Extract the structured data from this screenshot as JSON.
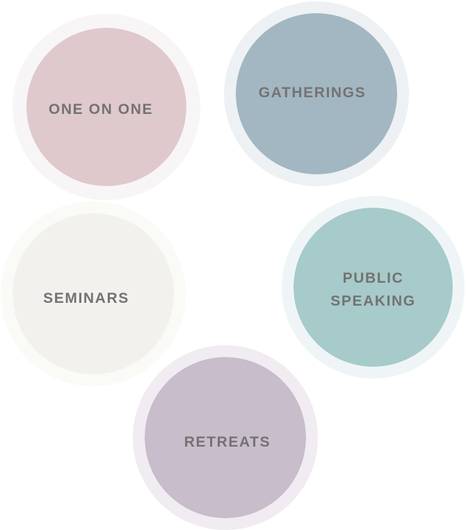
{
  "services": [
    {
      "id": "one-on-one",
      "label": "ONE ON ONE",
      "fill": "#dfc9cc",
      "ring": "#f8f5f7"
    },
    {
      "id": "gatherings",
      "label": "GATHERINGS",
      "fill": "#a2b7c1",
      "ring": "#edf1f4"
    },
    {
      "id": "seminars",
      "label": "SEMINARS",
      "fill": "#f3f1ed",
      "ring": "#fafaf7"
    },
    {
      "id": "public-speaking",
      "label": "PUBLIC\nSPEAKING",
      "fill": "#a6cbca",
      "ring": "#eff5f6"
    },
    {
      "id": "retreats",
      "label": "RETREATS",
      "fill": "#c7bdcb",
      "ring": "#f1ecf1"
    }
  ],
  "label_color": "#747272"
}
